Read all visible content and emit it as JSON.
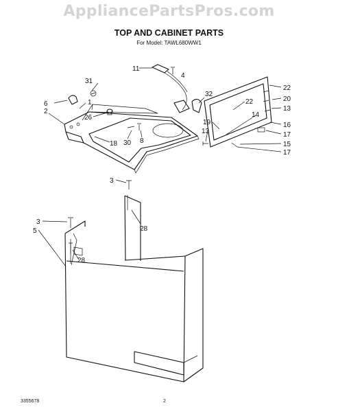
{
  "watermark": "AppliancePartsPros.com",
  "title": "TOP AND CABINET PARTS",
  "model_line": "For Model: TAWL680WW1",
  "footer": {
    "doc_number": "3355678",
    "page_number": "2"
  },
  "callouts": {
    "c11": "11",
    "c4": "4",
    "c31": "31",
    "c6": "6",
    "c2": "2",
    "c1": "1",
    "c26": "26",
    "c18": "18",
    "c30": "30",
    "c8": "8",
    "c32": "32",
    "c22a": "22",
    "c22b": "22",
    "c20": "20",
    "c13a": "13",
    "c13b": "13",
    "c14": "14",
    "c19": "19",
    "c16": "16",
    "c17a": "17",
    "c15": "15",
    "c17b": "17",
    "c3a": "3",
    "c3b": "3",
    "c28a": "28",
    "c28b": "28",
    "c5": "5"
  }
}
